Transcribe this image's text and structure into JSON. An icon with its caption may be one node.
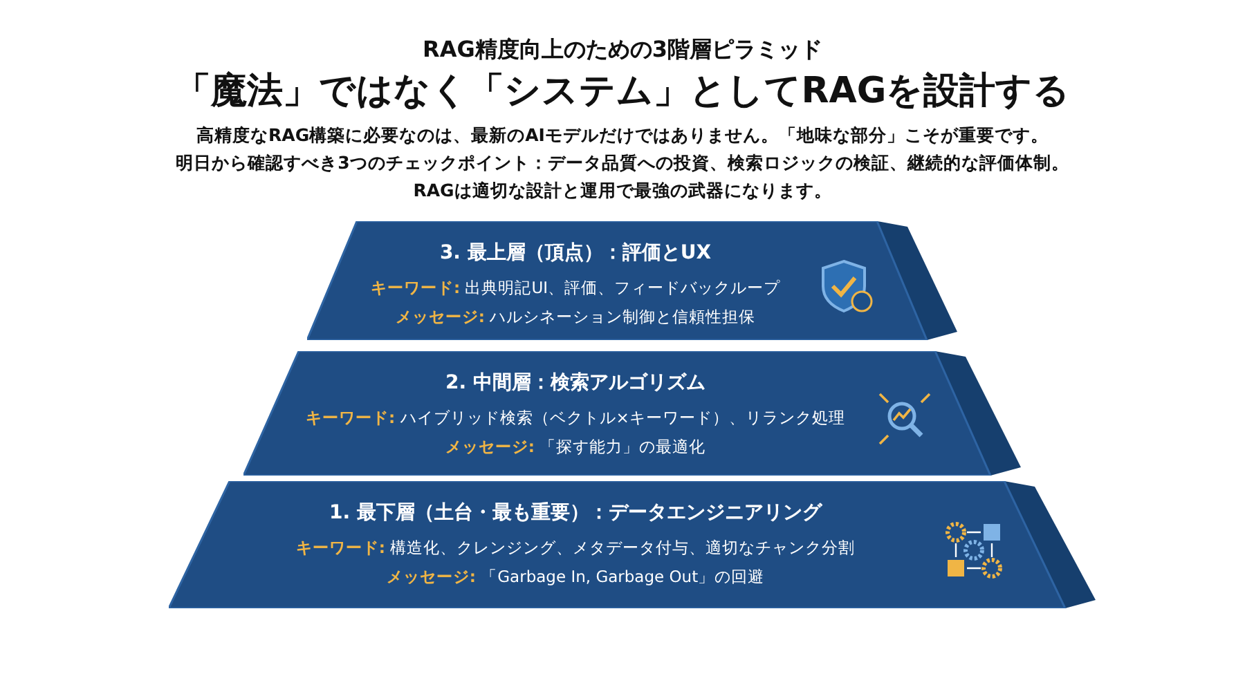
{
  "diagram": {
    "title": "「魔法」ではなく「システム」としてRAGを設計する",
    "nodes": [
      {
        "text": [
          "3. 最上層（頂点）：評価とUX",
          "**キーワード:** 出典明記UI、評価、フィードバックループ",
          "**メッセージ:** ハルシネーション制御と信頼性担保"
        ]
      },
      {
        "text": [
          "2. 中間層：検索アルゴリズム",
          "**キーワード:** ハイブリッド検索（ベクトル×キーワード）、リランク処理",
          "**メッセージ:** 「探す能力」の最適化"
        ]
      },
      {
        "text": [
          "1. 最下層（土台・最も重要）：データエンジニアリング",
          "**キーワード:** 構造化、クレンジング、メタデータ付与、適切なチャンク分割",
          "**メッセージ:** 「Garbage In, Garbage Out」の回避"
        ]
      }
    ],
    "edges": [],
    "labels": [
      "RAG精度向上のための3階層ピラミッド",
      "高精度なRAG構築に必要なのは、最新のAIモデルだけではありません。「地味な部分」こそが重要です。",
      "明日から確認すべき3つのチェックポイント：データ品質への投資、検索ロジックの検証、継続的な評価体制。",
      "RAGは適切な設計と運用で最強の武器になります。"
    ]
  }
}
